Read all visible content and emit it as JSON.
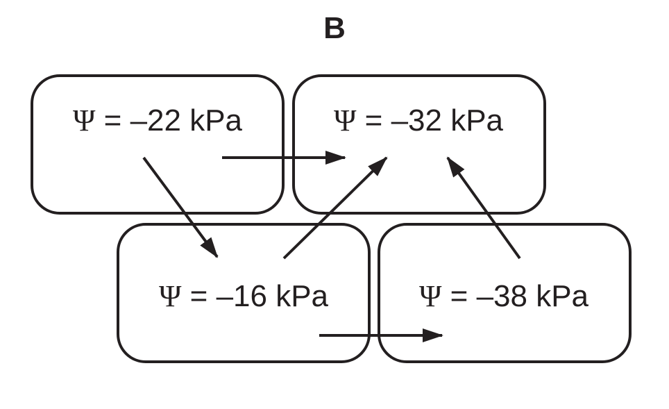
{
  "panel_label": "B",
  "symbol": "Ψ",
  "cells": [
    {
      "id": "top-left",
      "label": "Ψ = –22 kPa",
      "value_kpa": -22
    },
    {
      "id": "top-right",
      "label": "Ψ = –32 kPa",
      "value_kpa": -32
    },
    {
      "id": "bottom-left",
      "label": "Ψ = –16 kPa",
      "value_kpa": -16
    },
    {
      "id": "bottom-right",
      "label": "Ψ = –38 kPa",
      "value_kpa": -38
    }
  ],
  "arrows": [
    {
      "from": "top-left",
      "to": "top-right"
    },
    {
      "from": "top-left",
      "to": "bottom-left"
    },
    {
      "from": "bottom-left",
      "to": "top-right"
    },
    {
      "from": "bottom-left",
      "to": "bottom-right"
    },
    {
      "from": "bottom-right",
      "to": "top-right"
    }
  ],
  "colors": {
    "stroke": "#231f20",
    "background": "#ffffff"
  }
}
